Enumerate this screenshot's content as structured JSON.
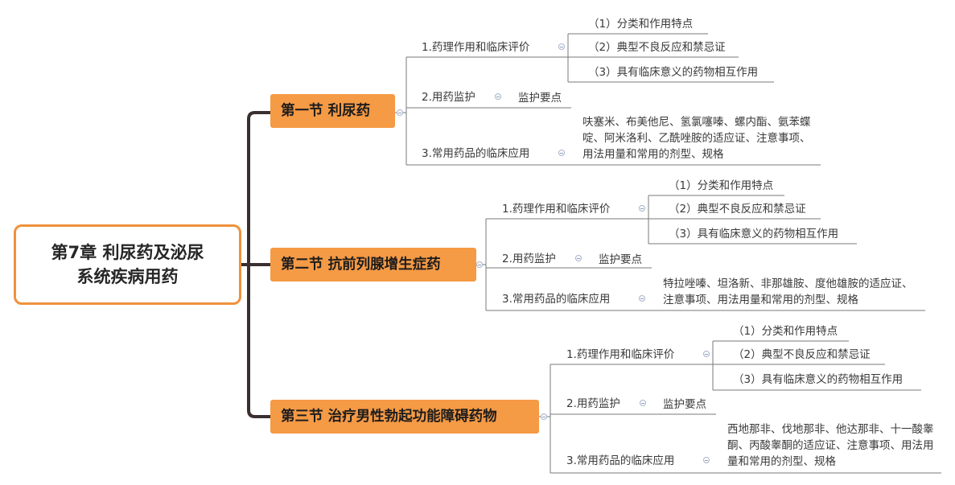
{
  "root": {
    "line1": "第7章 利尿药及泌尿",
    "line2": "系统疾病用药"
  },
  "sections": [
    {
      "title": "第一节 利尿药",
      "items": [
        {
          "label": "1.药理作用和临床评价",
          "subs": [
            "（1）分类和作用特点",
            "（2）典型不良反应和禁忌证",
            "（3）具有临床意义的药物相互作用"
          ]
        },
        {
          "label": "2.用药监护",
          "detail": "监护要点"
        },
        {
          "label": "3.常用药品的临床应用",
          "detail": "呋塞米、布美他尼、氢氯噻嗪、螺内酯、氨苯蝶啶、阿米洛利、乙酰唑胺的适应证、注意事项、用法用量和常用的剂型、规格"
        }
      ]
    },
    {
      "title": "第二节 抗前列腺增生症药",
      "items": [
        {
          "label": "1.药理作用和临床评价",
          "subs": [
            "（1）分类和作用特点",
            "（2）典型不良反应和禁忌证",
            "（3）具有临床意义的药物相互作用"
          ]
        },
        {
          "label": "2.用药监护",
          "detail": "监护要点"
        },
        {
          "label": "3.常用药品的临床应用",
          "detail": "特拉唑嗪、坦洛新、非那雄胺、度他雄胺的适应证、注意事项、用法用量和常用的剂型、规格"
        }
      ]
    },
    {
      "title": "第三节 治疗男性勃起功能障碍药物",
      "items": [
        {
          "label": "1.药理作用和临床评价",
          "subs": [
            "（1）分类和作用特点",
            "（2）典型不良反应和禁忌证",
            "（3）具有临床意义的药物相互作用"
          ]
        },
        {
          "label": "2.用药监护",
          "detail": "监护要点"
        },
        {
          "label": "3.常用药品的临床应用",
          "detail": "西地那非、伐地那非、他达那非、十一酸睾酮、丙酸睾酮的适应证、注意事项、用法用量和常用的剂型、规格"
        }
      ]
    }
  ],
  "colors": {
    "accent": "#f59a45",
    "root_border": "#f0913c",
    "trunk": "#3a2f2f",
    "line": "#7a7a7a"
  }
}
